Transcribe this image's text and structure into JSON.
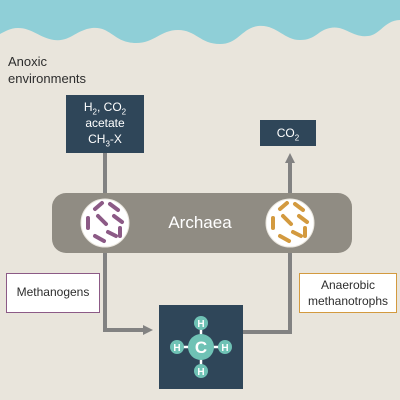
{
  "environment": {
    "line1": "Anoxic",
    "line2": "environments"
  },
  "substrates": {
    "line1_h": "H",
    "line1_h_sub": "2",
    "line1_co": ", CO",
    "line1_co_sub": "2",
    "line2": "acetate",
    "line3_ch": "CH",
    "line3_sub": "3",
    "line3_x": "-X"
  },
  "product": {
    "co": "CO",
    "co_sub": "2"
  },
  "center": {
    "label": "Archaea"
  },
  "groups": {
    "methanogens": "Methanogens",
    "methanotrophs_line1": "Anaerobic",
    "methanotrophs_line2": "methanotrophs"
  },
  "methane": {
    "center_atom": "C",
    "hydrogen_atom": "H"
  },
  "colors": {
    "background": "#e9e5dc",
    "water": "#8fcfd7",
    "archaea_band": "#908c83",
    "dark_box": "#2f4659",
    "arrow": "#828282",
    "methanogen_cell": "#8c5a86",
    "methanotroph_cell": "#d39a3f",
    "molecule_atom": "#6fc2b5"
  },
  "icons": {
    "methanogen_cell": "archaeal-cell-icon-purple",
    "methanotroph_cell": "archaeal-cell-icon-orange",
    "methane": "methane-molecule-icon"
  }
}
